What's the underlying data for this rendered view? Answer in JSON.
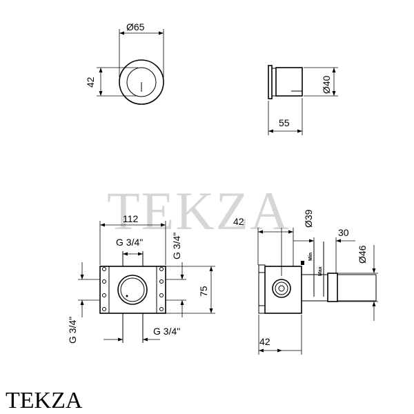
{
  "watermark": "TEKZA",
  "brand": "TEKZA",
  "dims": {
    "d65": "Ø65",
    "h42": "42",
    "d40": "Ø40",
    "w55": "55",
    "w112": "112",
    "g34_top": "G 3/4\"",
    "g34_right": "G 3/4\"",
    "h75": "75",
    "g34_left": "G 3/4\"",
    "g34_bottom": "G 3/4\"",
    "w42_top": "42",
    "d39": "Ø39",
    "w30": "30",
    "d46": "Ø46",
    "w42_bottom": "42",
    "min": "Min",
    "max": "Max"
  }
}
